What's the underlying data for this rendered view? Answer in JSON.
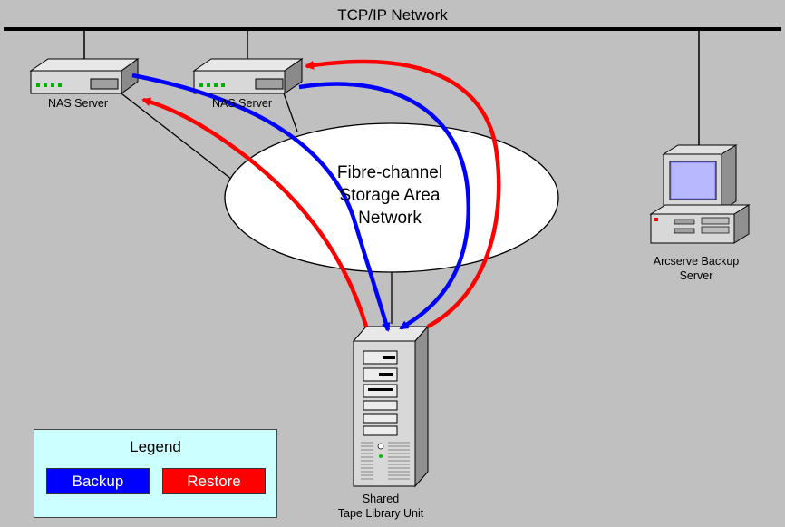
{
  "network": {
    "title": "TCP/IP Network"
  },
  "nas_servers": [
    {
      "label": "NAS Server"
    },
    {
      "label": "NAS Server"
    }
  ],
  "san": {
    "lines": [
      "Fibre-channel",
      "Storage Area",
      "Network"
    ]
  },
  "backup_server": {
    "lines": [
      "Arcserve Backup",
      "Server"
    ]
  },
  "tape_library": {
    "lines": [
      "Shared",
      "Tape Library Unit"
    ]
  },
  "legend": {
    "title": "Legend",
    "backup": {
      "label": "Backup",
      "color": "#0000ff"
    },
    "restore": {
      "label": "Restore",
      "color": "#ff0000"
    }
  },
  "colors": {
    "background": "#c0c0c0",
    "san_fill": "#ffffff",
    "legend_bg": "#ccffff"
  }
}
